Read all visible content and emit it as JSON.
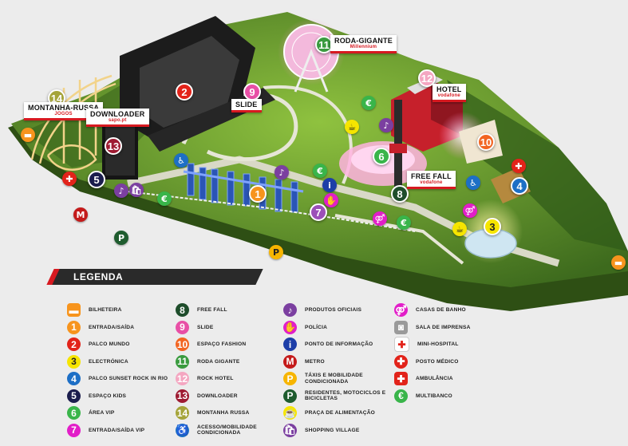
{
  "legend_title": "LEGENDA",
  "map_flags": {
    "roda_gigante": "RODA-GIGANTE",
    "roda_gigante_sponsor": "Millennium",
    "montanha_russa": "MONTANHA-RUSSA",
    "montanha_sponsor": "JOGOS",
    "downloader": "DOWNLOADER",
    "downloader_sponsor": "sapo.pt",
    "slide": "SLIDE",
    "hotel": "HOTEL",
    "hotel_sponsor": "vodafone",
    "free_fall": "FREE FALL",
    "free_fall_sponsor": "vodafone"
  },
  "legend": [
    {
      "icon": "bilheteira",
      "symbol": "▬",
      "color": "#f7941d",
      "label": "BILHETEIRA"
    },
    {
      "icon": "1",
      "symbol": "1",
      "color": "#f7941d",
      "label": "ENTRADA/SAÍDA"
    },
    {
      "icon": "2",
      "symbol": "2",
      "color": "#e2231a",
      "label": "PALCO MUNDO"
    },
    {
      "icon": "3",
      "symbol": "3",
      "color": "#f6e500",
      "label": "ELECTRÓNICA"
    },
    {
      "icon": "4",
      "symbol": "4",
      "color": "#1d6fc6",
      "label": "PALCO SUNSET ROCK IN RIO"
    },
    {
      "icon": "5",
      "symbol": "5",
      "color": "#1b1d4d",
      "label": "ESPAÇO KIDS"
    },
    {
      "icon": "6",
      "symbol": "6",
      "color": "#39b54a",
      "label": "ÁREA VIP"
    },
    {
      "icon": "7",
      "symbol": "7",
      "color": "#e21ec8",
      "label": "ENTRADA/SAÍDA VIP"
    },
    {
      "icon": "8",
      "symbol": "8",
      "color": "#1e4d2b",
      "label": "FREE FALL"
    },
    {
      "icon": "9",
      "symbol": "9",
      "color": "#e84fa6",
      "label": "SLIDE"
    },
    {
      "icon": "10",
      "symbol": "10",
      "color": "#f26522",
      "label": "ESPAÇO FASHION"
    },
    {
      "icon": "11",
      "symbol": "11",
      "color": "#3a9b3f",
      "label": "RODA GIGANTE"
    },
    {
      "icon": "12",
      "symbol": "12",
      "color": "#f4a6c1",
      "label": "ROCK HOTEL"
    },
    {
      "icon": "13",
      "symbol": "13",
      "color": "#9e1b32",
      "label": "DOWNLOADER"
    },
    {
      "icon": "14",
      "symbol": "14",
      "color": "#a5a43a",
      "label": "MONTANHA RUSSA"
    },
    {
      "icon": "accessibility",
      "symbol": "♿",
      "color": "#1d6fc6",
      "label": "ACESSO/MOBILIDADE CONDICIONADA"
    },
    {
      "icon": "produtos",
      "symbol": "♪",
      "color": "#7b3fa0",
      "label": "PRODUTOS OFICIAIS"
    },
    {
      "icon": "policia",
      "symbol": "✋",
      "color": "#e21ec8",
      "label": "POLÍCIA"
    },
    {
      "icon": "info",
      "symbol": "i",
      "color": "#1d3ea8",
      "label": "PONTO DE INFORMAÇÃO"
    },
    {
      "icon": "metro",
      "symbol": "M",
      "color": "#c41a1a",
      "label": "METRO"
    },
    {
      "icon": "taxi",
      "symbol": "P",
      "color": "#f7b500",
      "label": "TÁXIS E MOBILIDADE CONDICIONADA"
    },
    {
      "icon": "parking",
      "symbol": "P",
      "color": "#1e5c2e",
      "label": "RESIDENTES, MOTOCICLOS E BICICLETAS"
    },
    {
      "icon": "food",
      "symbol": "☕",
      "color": "#f6e500",
      "label": "PRAÇA DE ALIMENTAÇÃO"
    },
    {
      "icon": "shopping",
      "symbol": "🛍",
      "color": "#7b3fa0",
      "label": "SHOPPING VILLAGE"
    },
    {
      "icon": "wc",
      "symbol": "⚤",
      "color": "#e21ec8",
      "label": "CASAS DE BANHO"
    },
    {
      "icon": "press",
      "symbol": "◙",
      "color": "#9a9a9a",
      "label": "SALA DE IMPRENSA"
    },
    {
      "icon": "hospital",
      "symbol": "✚",
      "color": "#ffffff",
      "label": "MINI-HOSPITAL"
    },
    {
      "icon": "posto",
      "symbol": "✚",
      "color": "#e2231a",
      "label": "POSTO MÉDICO"
    },
    {
      "icon": "ambulancia",
      "symbol": "✚",
      "color": "#e2231a",
      "label": "AMBULÂNCIA"
    },
    {
      "icon": "multibanco",
      "symbol": "€",
      "color": "#39b54a",
      "label": "MULTIBANCO"
    }
  ]
}
